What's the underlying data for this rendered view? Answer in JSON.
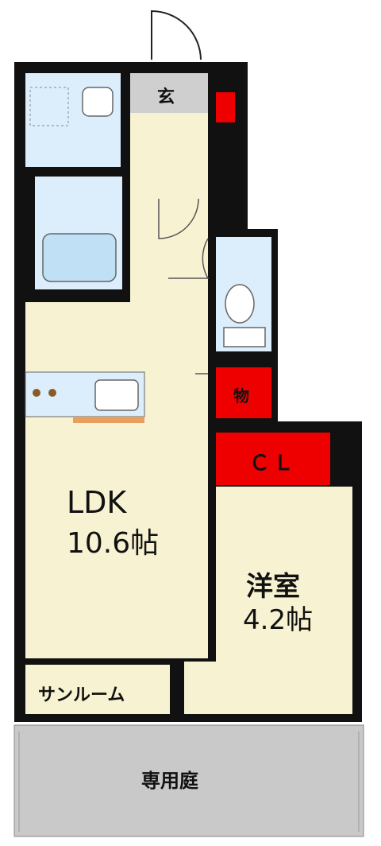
{
  "rooms": {
    "entrance": "玄",
    "storage": "物",
    "closet": "ＣＬ",
    "ldk_name": "LDK",
    "ldk_size": "10.6帖",
    "western_name": "洋室",
    "western_size": "4.2帖",
    "sunroom": "サンルーム",
    "garden": "専用庭"
  },
  "colors": {
    "wall": "#111111",
    "floor": "#f7f3d2",
    "wet_area": "#dceefb",
    "entrance_floor": "#cfcfcf",
    "accent_red": "#ee0000",
    "garden": "#c9c9c9"
  }
}
